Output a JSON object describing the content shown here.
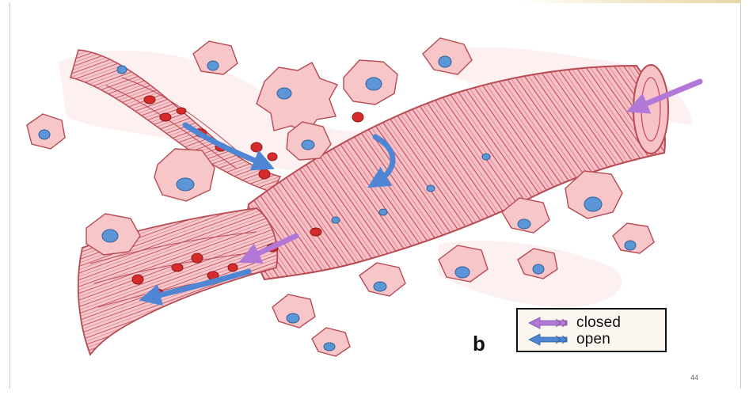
{
  "diagram": {
    "panel_letter": "b",
    "legend": {
      "items": [
        {
          "label": "closed",
          "color": "#b278d8",
          "icon": "purple-arrow-icon"
        },
        {
          "label": "open",
          "color": "#4f86d3",
          "icon": "blue-arrow-icon"
        }
      ]
    },
    "page_number": "44"
  },
  "colors": {
    "tissue_pink": "#f4b7bf",
    "cell_pink": "#f6c6c9",
    "outline_red": "#b84a52",
    "nucleus_blue": "#5d96d6",
    "blood_red": "#d62b2b",
    "arrow_purple": "#b278d8",
    "arrow_blue": "#4f86d3"
  }
}
